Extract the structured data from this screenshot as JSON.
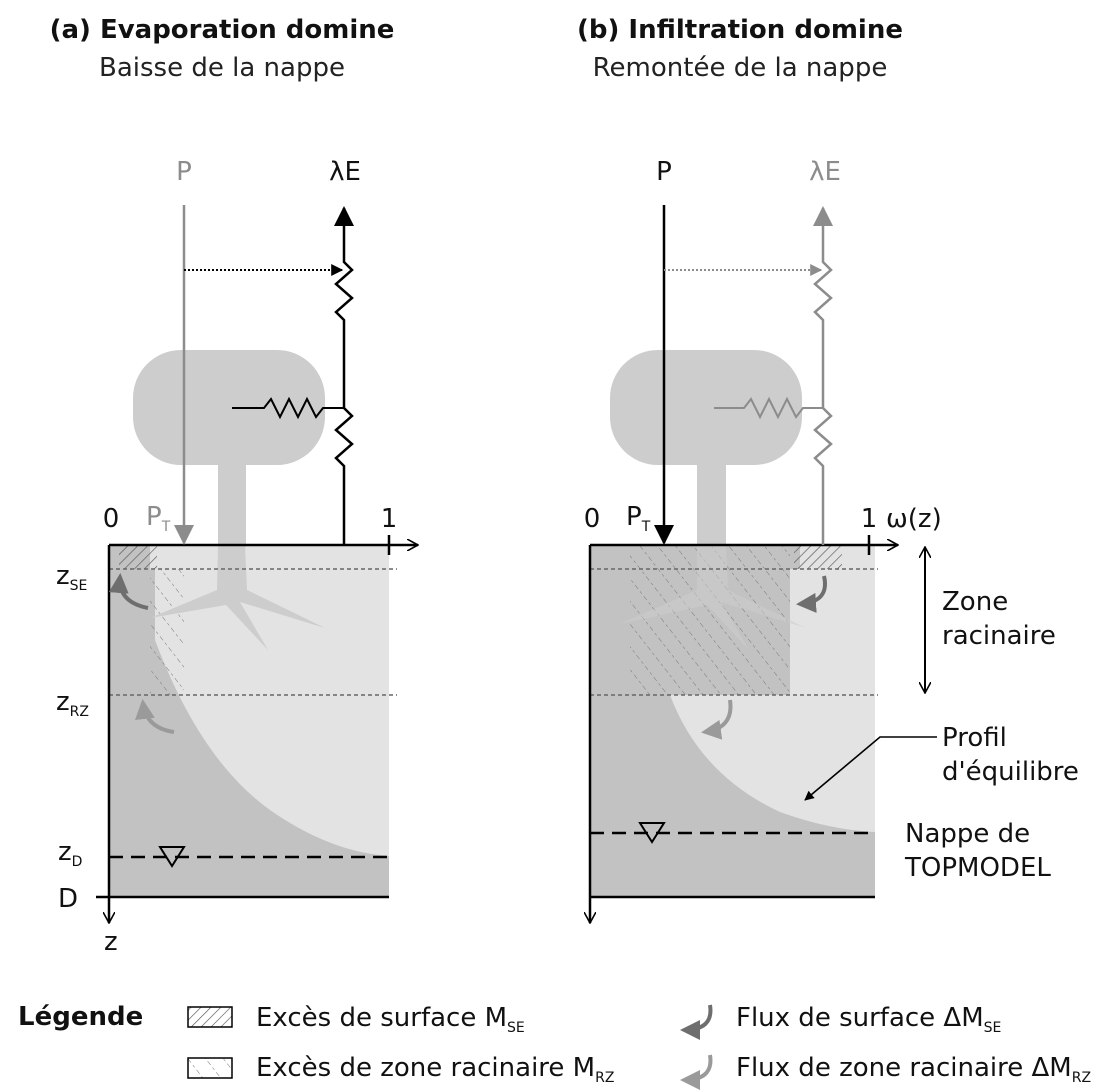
{
  "panel_a": {
    "title": "(a) Evaporation domine",
    "subtitle": "Baisse de la nappe",
    "p_label": "P",
    "lambda_e_label": "λE",
    "pt_label": "P",
    "pt_sub": "T",
    "axis_zero": "0",
    "axis_one": "1",
    "zse_label": "z",
    "zse_sub": "SE",
    "zrz_label": "z",
    "zrz_sub": "RZ",
    "zd_label": "z",
    "zd_sub": "D",
    "d_label": "D",
    "z_axis_label": "z"
  },
  "panel_b": {
    "title": "(b) Infiltration domine",
    "subtitle": "Remontée de la nappe",
    "p_label": "P",
    "lambda_e_label": "λE",
    "pt_label": "P",
    "pt_sub": "T",
    "axis_zero": "0",
    "axis_one": "1",
    "omega_label": "ω(z)",
    "zone_label_1": "Zone",
    "zone_label_2": "racinaire",
    "profil_label_1": "Profil",
    "profil_label_2": "d'équilibre",
    "nappe_label_1": "Nappe de",
    "nappe_label_2": "TOPMODEL"
  },
  "legend": {
    "title": "Légende",
    "item1": "Excès de surface M",
    "item1_sub": "SE",
    "item2": "Excès de zone racinaire M",
    "item2_sub": "RZ",
    "item3": "Flux de surface ΔM",
    "item3_sub": "SE",
    "item4": "Flux de zone racinaire ΔM",
    "item4_sub": "RZ"
  },
  "colors": {
    "dark_gray": "#c2c2c2",
    "light_gray": "#e3e3e3",
    "plant_gray": "#cdcdcd",
    "active_line": "#000000",
    "inactive_line": "#8c8c8c",
    "surface_arrow": "#6e6e6e",
    "root_arrow": "#9a9a9a"
  }
}
